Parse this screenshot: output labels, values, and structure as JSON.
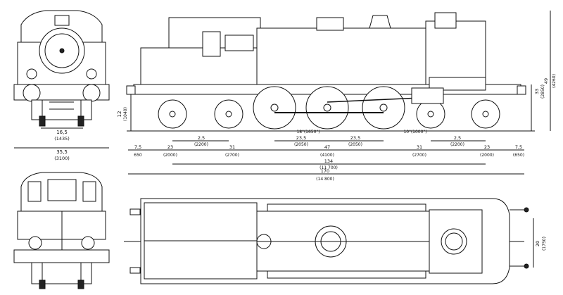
{
  "dimensions": {
    "front_gauge": "16,5",
    "front_gauge_mm": "(1435)",
    "front_width": "35,5",
    "front_width_mm": "(3100)",
    "axle_height": "12",
    "axle_height_mm": "(1040)",
    "wheel_large": "18\"(1650\")",
    "wheel_small": "10\"(1000\")",
    "left_overhang": "7,5",
    "left_overhang_mm": "650",
    "right_overhang": "7,5",
    "right_overhang_mm": "(650)",
    "seg_23_left": "23",
    "seg_23_left_mm": "(2000)",
    "seg_25_left": "2,5",
    "seg_25_left_mm": "(2200)",
    "seg_31_left": "31",
    "seg_31_left_mm": "(2700)",
    "seg_235_left": "23,5",
    "seg_235_left_mm": "(2050)",
    "seg_47": "47",
    "seg_47_mm": "(4100)",
    "seg_235_right": "23,5",
    "seg_235_right_mm": "(2050)",
    "seg_31_right": "31",
    "seg_31_right_mm": "(2700)",
    "seg_25_right": "2,5",
    "seg_25_right_mm": "(2200)",
    "seg_23_right": "23",
    "seg_23_right_mm": "(2000)",
    "wheelbase": "134",
    "wheelbase_mm": "(11 700)",
    "length": "170",
    "length_mm": "(14 800)",
    "height_boiler": "33",
    "height_boiler_mm": "(2850)",
    "height_total": "49",
    "height_total_mm": "(4260)",
    "plan_width": "20",
    "plan_width_mm": "(1750)"
  },
  "colors": {
    "ink": "#111111",
    "paper": "#ffffff"
  }
}
